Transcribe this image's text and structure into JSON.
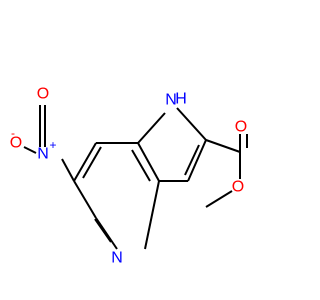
{
  "molecule": {
    "atoms": {
      "nitro_n": {
        "label": "N",
        "charge": "+",
        "color": "#0000ff"
      },
      "nitro_o_double": {
        "label": "O",
        "color": "#ff0000"
      },
      "nitro_o_minus": {
        "label": "O",
        "charge": "-",
        "color": "#ff0000"
      },
      "pyrrole_nh": {
        "label": "H",
        "color": "#0000ff"
      },
      "pyrrole_n": {
        "label": "N",
        "color": "#0000ff"
      },
      "pyridine_n": {
        "label": "N",
        "color": "#0000ff"
      },
      "carbonyl_o": {
        "label": "O",
        "color": "#ff0000"
      },
      "ester_o": {
        "label": "O",
        "color": "#ff0000"
      }
    }
  }
}
